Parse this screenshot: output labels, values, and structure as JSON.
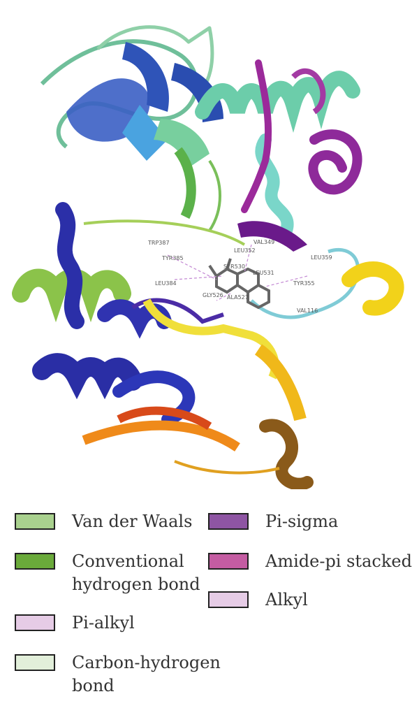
{
  "residues": [
    {
      "id": "trp387",
      "label": "TRP387"
    },
    {
      "id": "tyr385",
      "label": "TYR385"
    },
    {
      "id": "leu384",
      "label": "LEU384"
    },
    {
      "id": "val349",
      "label": "VAL349"
    },
    {
      "id": "leu352",
      "label": "LEU352"
    },
    {
      "id": "leu359",
      "label": "LEU359"
    },
    {
      "id": "leu531",
      "label": "LEU531"
    },
    {
      "id": "tyr355",
      "label": "TYR355"
    },
    {
      "id": "val116",
      "label": "VAL116"
    },
    {
      "id": "gly526",
      "label": "GLY526"
    },
    {
      "id": "ala527",
      "label": "ALA527"
    },
    {
      "id": "ser530",
      "label": "SER530"
    }
  ],
  "legend": [
    {
      "label": "Van der Waals",
      "color": "#a9d18e"
    },
    {
      "label": "Conventional\nhydrogen bond",
      "color": "#6aaa3a"
    },
    {
      "label": "Pi-alkyl",
      "color": "#e6cce6"
    },
    {
      "label": "Carbon-hydrogen\nbond",
      "color": "#e2efda"
    },
    {
      "label": "Pi-sigma",
      "color": "#8e55a3"
    },
    {
      "label": "Amide-pi stacked",
      "color": "#c45ca2"
    },
    {
      "label": "Alkyl",
      "color": "#e6cce6"
    }
  ]
}
